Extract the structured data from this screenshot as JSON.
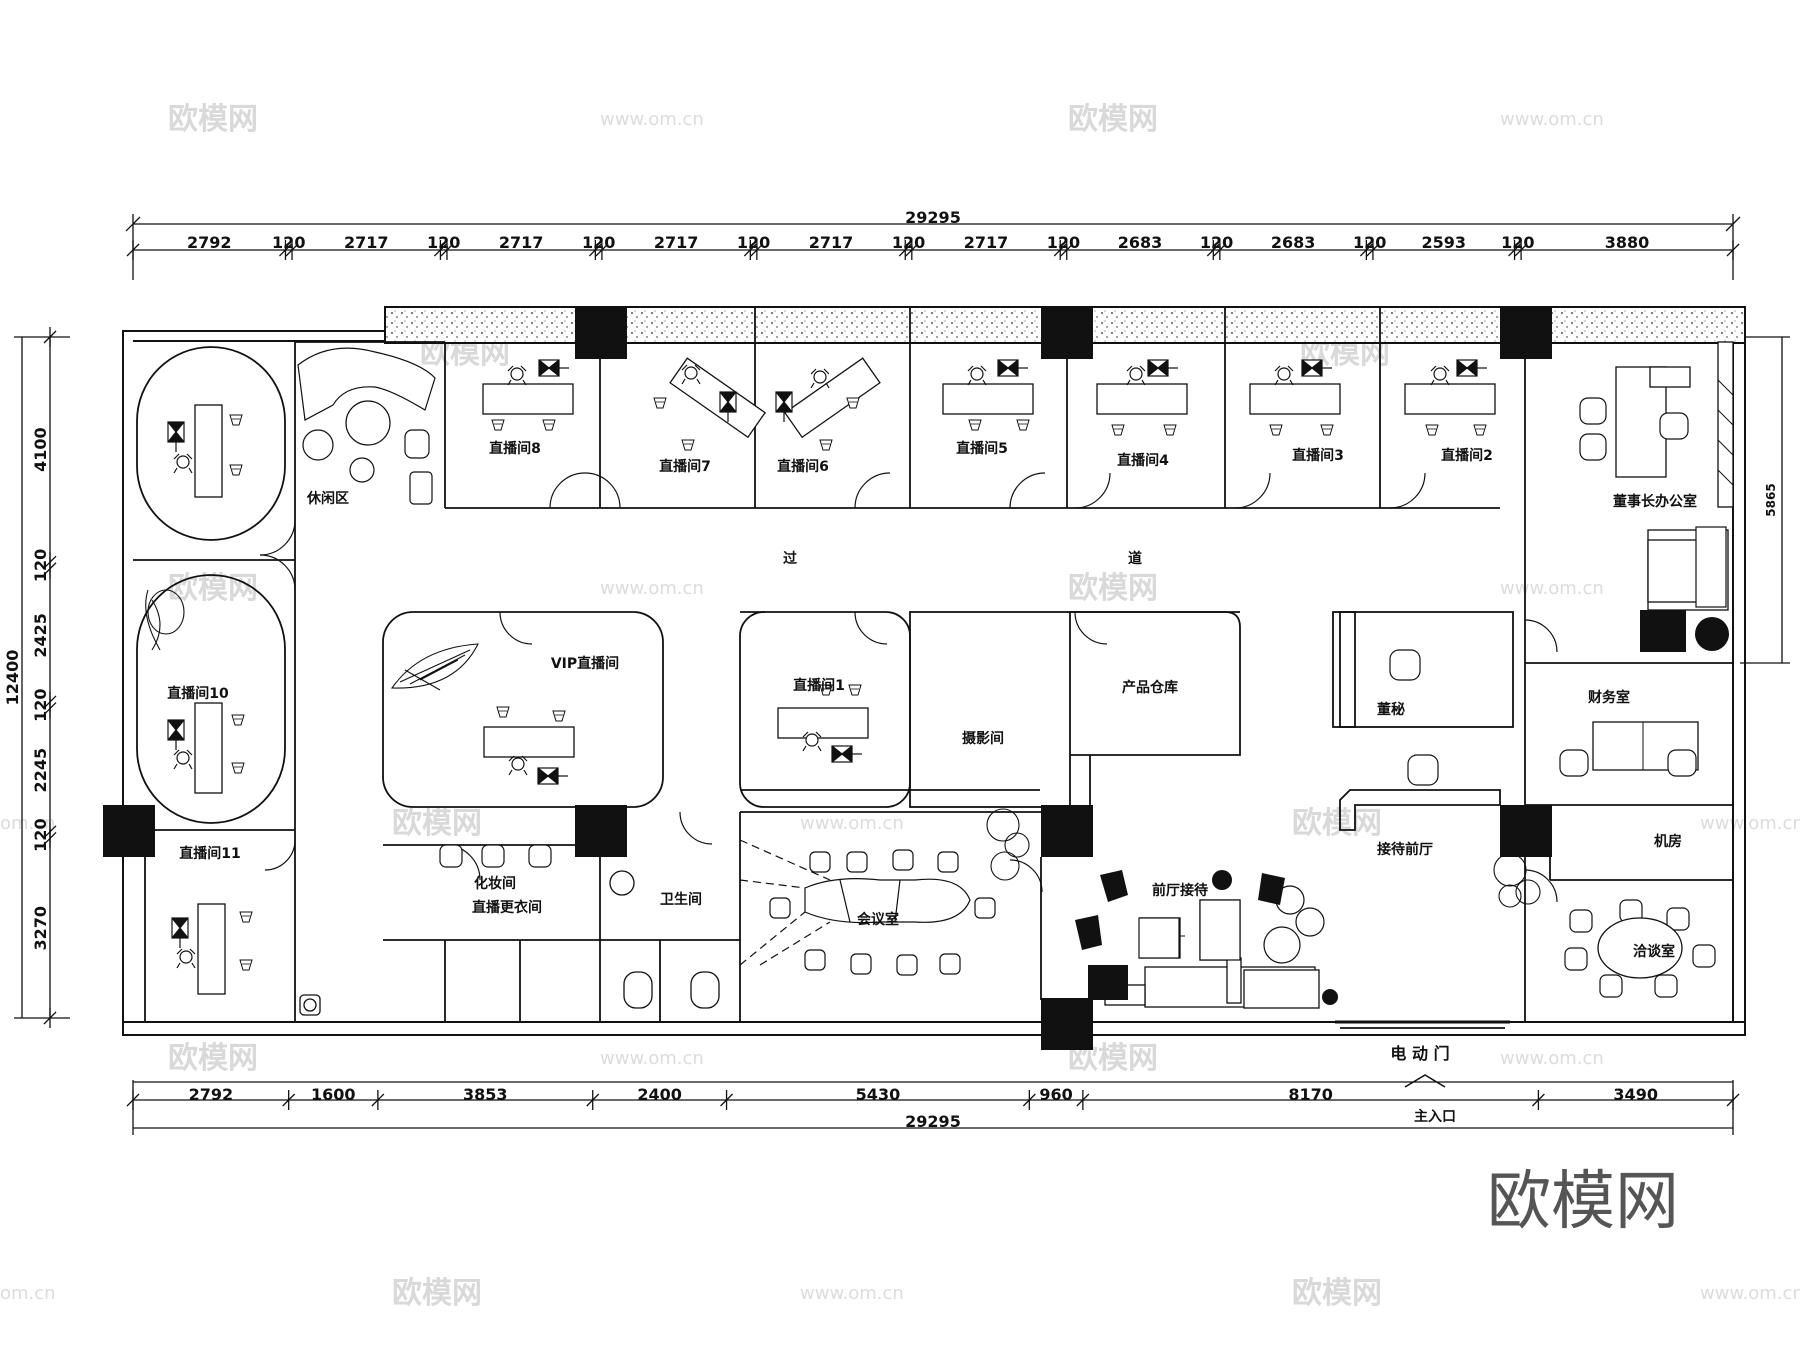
{
  "plan": {
    "dims_top": {
      "total": "29295",
      "segments": [
        "2792",
        "120",
        "2717",
        "120",
        "2717",
        "120",
        "2717",
        "120",
        "2717",
        "120",
        "2717",
        "120",
        "2683",
        "120",
        "2683",
        "120",
        "2593",
        "120",
        "3880"
      ]
    },
    "dims_bottom": {
      "total": "29295",
      "segments": [
        "2792",
        "1600",
        "3853",
        "2400",
        "5430",
        "960",
        "8170",
        "3490"
      ]
    },
    "dims_left": {
      "total": "12400",
      "segments": [
        "4100",
        "120",
        "2425",
        "120",
        "2245",
        "120",
        "3270"
      ]
    },
    "dims_right": {
      "value": "5865"
    },
    "rooms": {
      "live8": "直播间8",
      "live7": "直播间7",
      "live6": "直播间6",
      "live5": "直播间5",
      "live4": "直播间4",
      "live3": "直播间3",
      "live2": "直播间2",
      "live1": "直播间1",
      "live10": "直播间10",
      "live11": "直播间11",
      "vip": "VIP直播间",
      "lounge": "休闲区",
      "chairman": "董事长办公室",
      "corridor_a": "过",
      "corridor_b": "道",
      "warehouse": "产品仓库",
      "photo": "摄影间",
      "secretary": "董秘",
      "finance": "财务室",
      "makeup": "化妆间",
      "changing": "直播更衣间",
      "wc": "卫生间",
      "meeting": "会议室",
      "front_desk": "前厅接待",
      "reception": "接待前厅",
      "server": "机房",
      "negotiation": "洽谈室"
    },
    "entrance": {
      "door": "电 动 门",
      "main": "主入口"
    },
    "watermark": {
      "logo": "欧模网",
      "url": "www.om.cn",
      "url_short": "om.cn"
    }
  }
}
